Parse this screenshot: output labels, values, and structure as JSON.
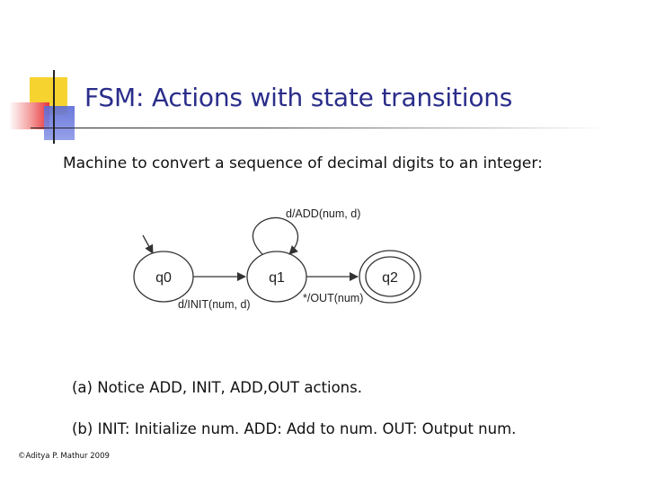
{
  "title": "FSM: Actions with state transitions",
  "subtitle": "Machine to convert a sequence of decimal digits to an integer:",
  "diagram": {
    "states": [
      {
        "id": "q0",
        "label": "q0",
        "initial": true,
        "accepting": false
      },
      {
        "id": "q1",
        "label": "q1",
        "initial": false,
        "accepting": false
      },
      {
        "id": "q2",
        "label": "q2",
        "initial": false,
        "accepting": true
      }
    ],
    "transitions": [
      {
        "from": "q1",
        "to": "q1",
        "label": "d/ADD(num, d)"
      },
      {
        "from": "q0",
        "to": "q1",
        "label": "d/INIT(num, d)"
      },
      {
        "from": "q1",
        "to": "q2",
        "label": "*/OUT(num)"
      }
    ]
  },
  "notes": {
    "a": "(a) Notice ADD, INIT, ADD,OUT actions.",
    "b": "(b) INIT: Initialize num. ADD: Add to num. OUT: Output num."
  },
  "footer": "©Aditya P. Mathur 2009"
}
